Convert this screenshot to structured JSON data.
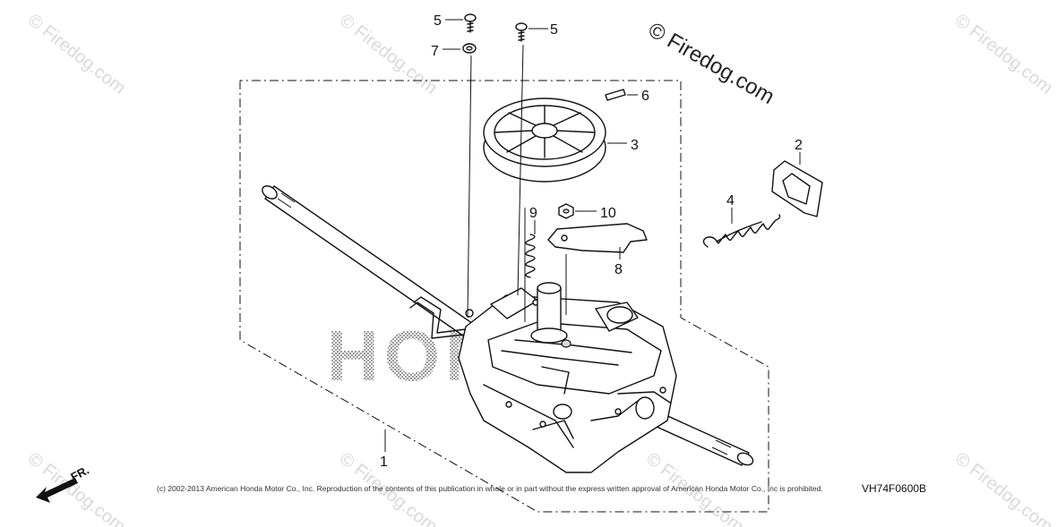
{
  "watermark": {
    "text": "© Firedog.com"
  },
  "brand_overlay": {
    "text": "© Firedog.com"
  },
  "background_logo": {
    "text": "HONDA"
  },
  "callouts": [
    {
      "id": "1",
      "label": "1"
    },
    {
      "id": "2",
      "label": "2"
    },
    {
      "id": "3",
      "label": "3"
    },
    {
      "id": "4",
      "label": "4"
    },
    {
      "id": "5a",
      "label": "5"
    },
    {
      "id": "5b",
      "label": "5"
    },
    {
      "id": "6",
      "label": "6"
    },
    {
      "id": "7",
      "label": "7"
    },
    {
      "id": "8",
      "label": "8"
    },
    {
      "id": "9",
      "label": "9"
    },
    {
      "id": "10",
      "label": "10"
    }
  ],
  "direction_indicator": {
    "label": "FR."
  },
  "footer": {
    "copyright": "(c) 2002-2013 American Honda Motor Co., Inc. Reproduction of the contents of this publication in whole or in part without the express written approval of American Honda Motor Co., Inc is prohibited.",
    "diagram_code": "VH74F0600B"
  }
}
